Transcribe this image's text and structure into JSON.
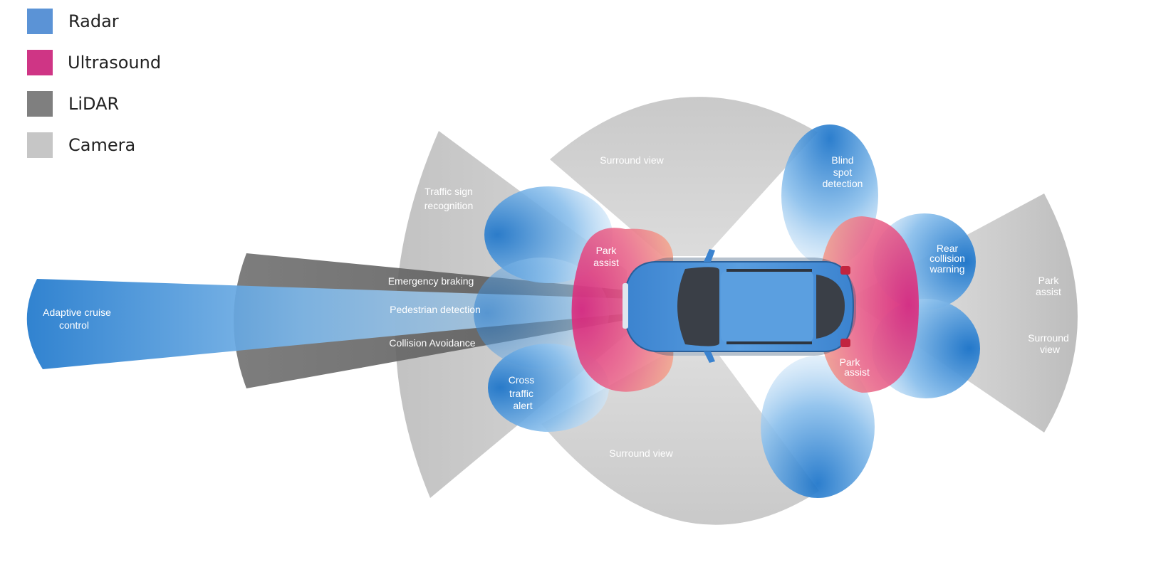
{
  "legend": {
    "radar": "Radar",
    "ultrasound": "Ultrasound",
    "lidar": "LiDAR",
    "camera": "Camera"
  },
  "colors": {
    "radar": "#2a7fd0",
    "ultrasound": "#d6307d",
    "lidar": "#6e6e6e",
    "camera": "#c2c2c2",
    "car": "#4a8fd6"
  },
  "labels": {
    "surround_view_front": "Surround view",
    "surround_view_rear": "Surround view",
    "traffic_sign_1": "Traffic sign",
    "traffic_sign_2": "recognition",
    "park_assist_front_1": "Park",
    "park_assist_front_2": "assist",
    "emergency_braking": "Emergency braking",
    "pedestrian_detection": "Pedestrian detection",
    "collision_avoidance": "Collision Avoidance",
    "adaptive_cruise_1": "Adaptive cruise",
    "adaptive_cruise_2": "control",
    "cross_traffic_1": "Cross",
    "cross_traffic_2": "traffic",
    "cross_traffic_3": "alert",
    "blind_spot_1": "Blind",
    "blind_spot_2": "spot",
    "blind_spot_3": "detection",
    "rear_collision_1": "Rear",
    "rear_collision_2": "collision",
    "rear_collision_3": "warning",
    "park_assist_rear_1": "Park",
    "park_assist_rear_2": "assist",
    "park_assist_side_1": "Park",
    "park_assist_side_2": "assist",
    "surround_view_side_1": "Surround",
    "surround_view_side_2": "view"
  }
}
